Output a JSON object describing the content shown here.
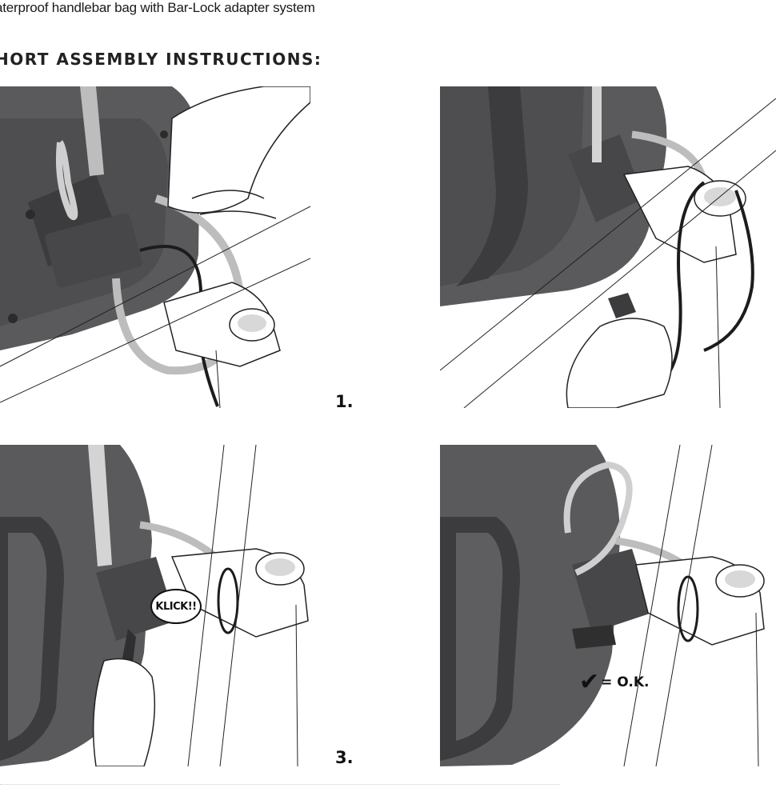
{
  "document": {
    "subtitle": "aterproof handlebar bag with Bar-Lock adapter system",
    "heading": "HORT ASSEMBLY INSTRUCTIONS:"
  },
  "steps": [
    {
      "number": "1."
    },
    {
      "number": ""
    },
    {
      "number": "3."
    },
    {
      "number": ""
    }
  ],
  "callouts": {
    "klick": "KLICK!!",
    "ok_text": "= O.K."
  },
  "icons": {
    "check": "check-icon"
  },
  "colors": {
    "bag": "#5a5a5c",
    "bag_dark": "#3c3c3e",
    "adapter": "#47474a",
    "strap": "#c8c8c8",
    "cable": "#1c1c1c",
    "line": "#222222"
  }
}
